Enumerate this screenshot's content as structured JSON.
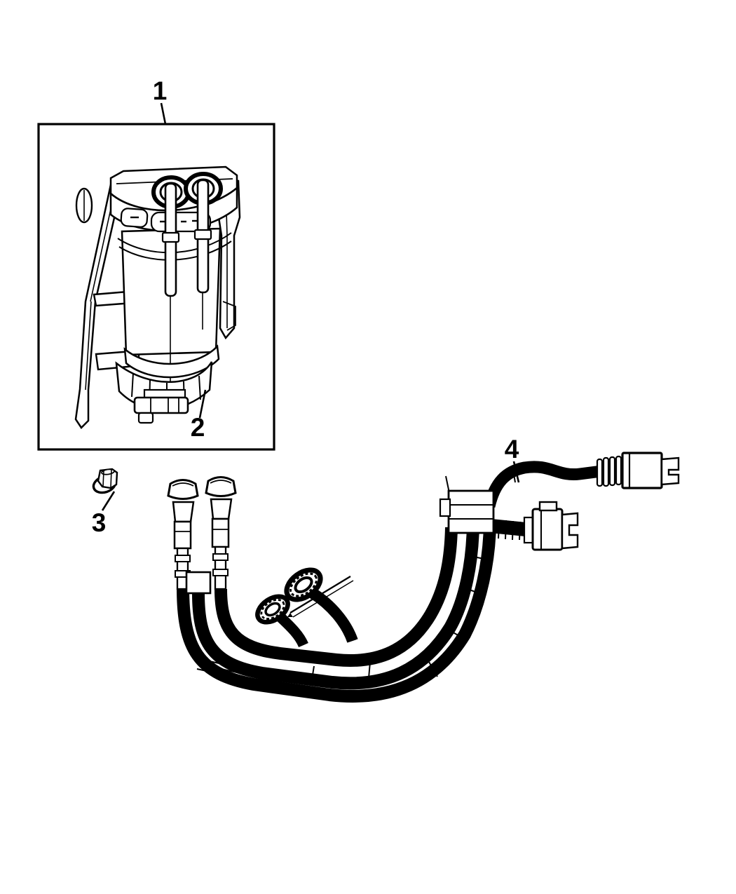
{
  "page": {
    "background_color": "#ffffff",
    "line_color": "#000000",
    "description_type": "exploded-parts-line-diagram"
  },
  "diagram": {
    "callouts": [
      {
        "label": "1"
      },
      {
        "label": "2"
      },
      {
        "label": "3"
      },
      {
        "label": "4"
      }
    ]
  }
}
